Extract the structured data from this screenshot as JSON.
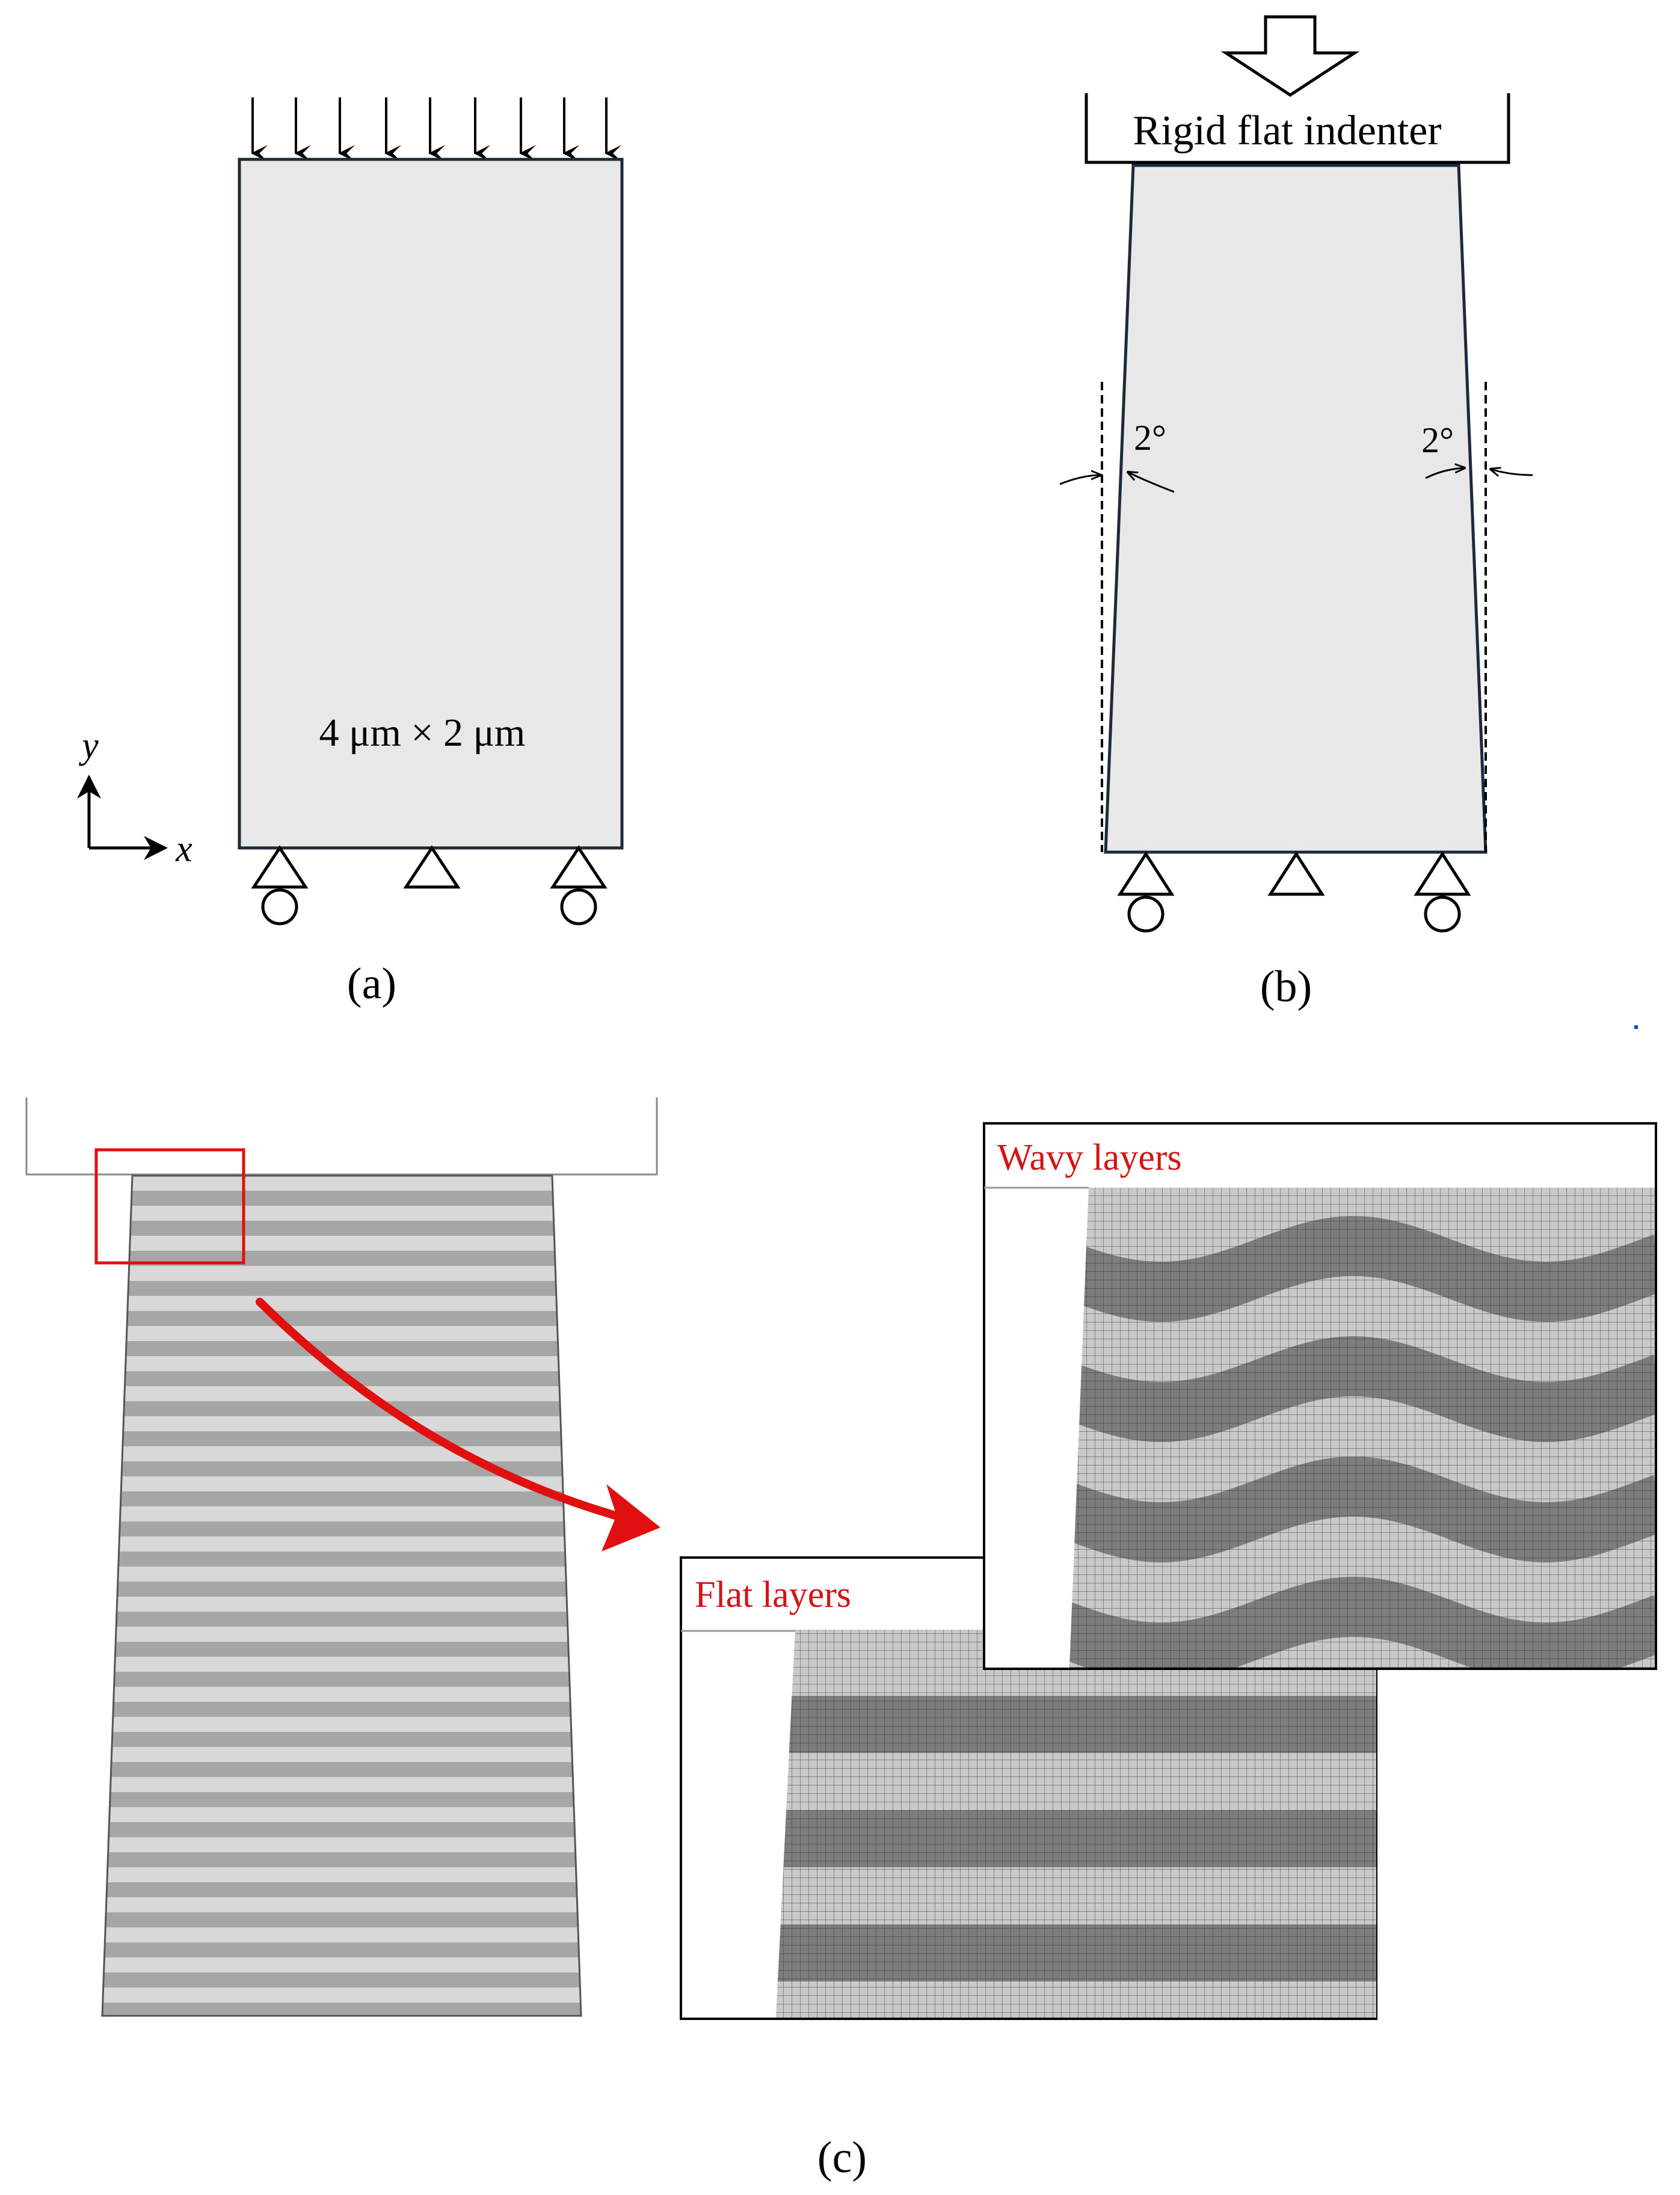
{
  "panel_a": {
    "dimension_label": "4 μm × 2 μm",
    "axis_y": "y",
    "axis_x": "x",
    "caption": "(a)"
  },
  "panel_b": {
    "indenter_label": "Rigid flat indenter",
    "angle_left": "2°",
    "angle_right": "2°",
    "caption": "(b)"
  },
  "panel_c": {
    "inset_flat_label": "Flat layers",
    "inset_wavy_label": "Wavy layers",
    "caption": "(c)"
  },
  "colors": {
    "specimen_fill": "#e8e8e8",
    "specimen_stroke": "#1b2b3a",
    "layer_light": "#d6d6d6",
    "layer_dark": "#a6a6a6",
    "highlight_red": "#e01010",
    "inset_label_red": "#d41414"
  }
}
